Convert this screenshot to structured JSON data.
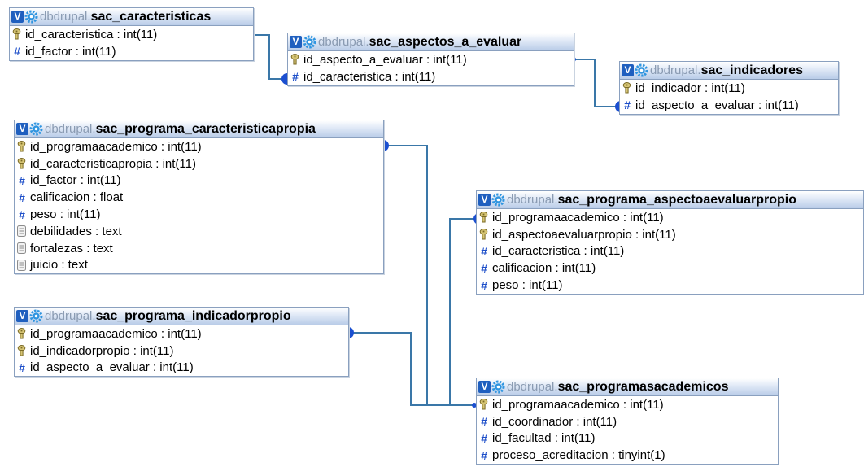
{
  "tables": [
    {
      "db": "dbdrupal.",
      "name": "sac_caracteristicas",
      "columns": [
        {
          "icon": "key-icon",
          "label": "id_caracteristica : int(11)"
        },
        {
          "icon": "hash-icon",
          "label": "id_factor : int(11)"
        }
      ]
    },
    {
      "db": "dbdrupal.",
      "name": "sac_aspectos_a_evaluar",
      "columns": [
        {
          "icon": "key-icon",
          "label": "id_aspecto_a_evaluar : int(11)"
        },
        {
          "icon": "hash-icon",
          "label": "id_caracteristica : int(11)"
        }
      ]
    },
    {
      "db": "dbdrupal.",
      "name": "sac_indicadores",
      "columns": [
        {
          "icon": "key-icon",
          "label": "id_indicador : int(11)"
        },
        {
          "icon": "hash-icon",
          "label": "id_aspecto_a_evaluar : int(11)"
        }
      ]
    },
    {
      "db": "dbdrupal.",
      "name": "sac_programa_caracteristicapropia",
      "columns": [
        {
          "icon": "key-icon",
          "label": "id_programaacademico : int(11)"
        },
        {
          "icon": "key-icon",
          "label": "id_caracteristicapropia : int(11)"
        },
        {
          "icon": "hash-icon",
          "label": "id_factor : int(11)"
        },
        {
          "icon": "hash-icon",
          "label": "calificacion : float"
        },
        {
          "icon": "hash-icon",
          "label": "peso : int(11)"
        },
        {
          "icon": "text-icon",
          "label": "debilidades : text"
        },
        {
          "icon": "text-icon",
          "label": "fortalezas : text"
        },
        {
          "icon": "text-icon",
          "label": "juicio : text"
        }
      ]
    },
    {
      "db": "dbdrupal.",
      "name": "sac_programa_aspectoaevaluarpropio",
      "columns": [
        {
          "icon": "key-icon",
          "label": "id_programaacademico : int(11)"
        },
        {
          "icon": "key-icon",
          "label": "id_aspectoaevaluarpropio : int(11)"
        },
        {
          "icon": "hash-icon",
          "label": "id_caracteristica : int(11)"
        },
        {
          "icon": "hash-icon",
          "label": "calificacion : int(11)"
        },
        {
          "icon": "hash-icon",
          "label": "peso : int(11)"
        }
      ]
    },
    {
      "db": "dbdrupal.",
      "name": "sac_programa_indicadorpropio",
      "columns": [
        {
          "icon": "key-icon",
          "label": "id_programaacademico : int(11)"
        },
        {
          "icon": "key-icon",
          "label": "id_indicadorpropio : int(11)"
        },
        {
          "icon": "hash-icon",
          "label": "id_aspecto_a_evaluar : int(11)"
        }
      ]
    },
    {
      "db": "dbdrupal.",
      "name": "sac_programasacademicos",
      "columns": [
        {
          "icon": "key-icon",
          "label": "id_programaacademico : int(11)"
        },
        {
          "icon": "hash-icon",
          "label": "id_coordinador : int(11)"
        },
        {
          "icon": "hash-icon",
          "label": "id_facultad : int(11)"
        },
        {
          "icon": "hash-icon",
          "label": "proceso_acreditacion : tinyint(1)"
        }
      ]
    }
  ],
  "colors": {
    "relation_line": "#3a77a8",
    "relation_dot": "#1b4fd0",
    "header_icon": "#1f5fbf",
    "db_prefix": "#8a9bb2"
  }
}
